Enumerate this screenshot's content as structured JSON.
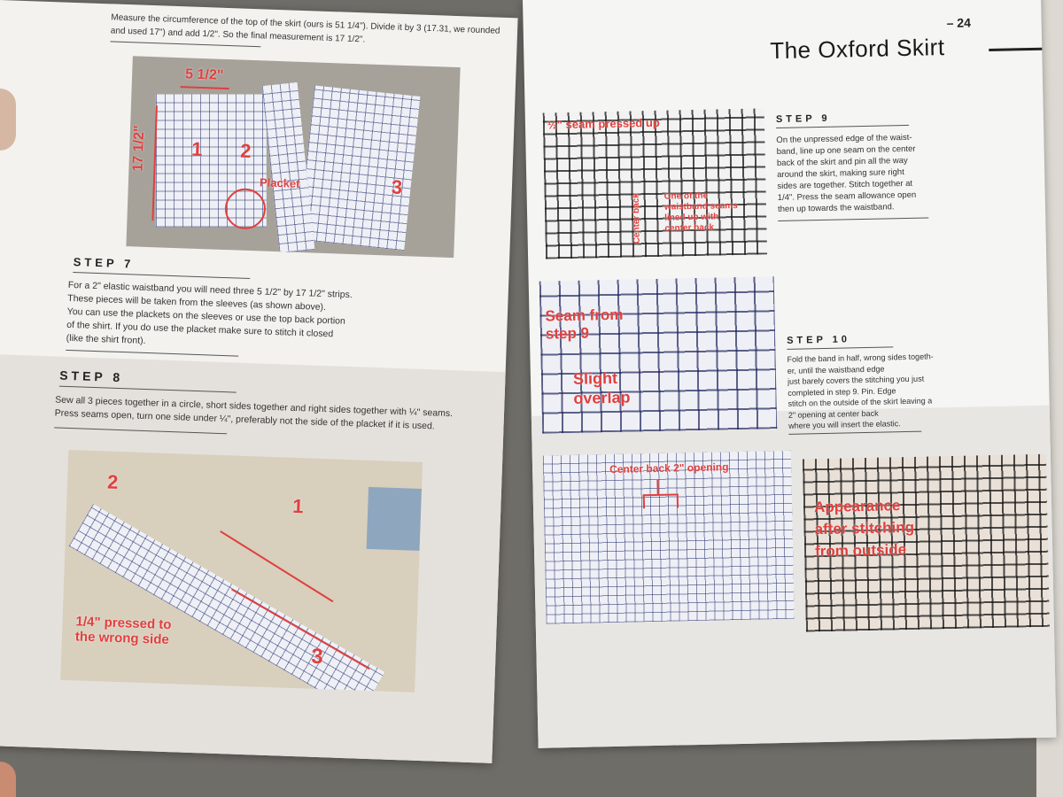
{
  "left_page": {
    "intro": {
      "line1": "Measure the circumference of the top of the skirt (ours is 51 1/4\"). Divide it by 3 (17.31, we rounded",
      "line2": "and used 17\") and add 1/2\". So the final measurement is 17 1/2\"."
    },
    "photo1": {
      "dim_width": "5 1/2\"",
      "dim_height": "17 1/2\"",
      "num1": "1",
      "num2": "2",
      "num3": "3",
      "placket": "Placket"
    },
    "step7": {
      "heading": "STEP 7",
      "lines": [
        "For a 2\" elastic waistband you will need three 5 1/2\" by 17 1/2\" strips.",
        "These pieces will be taken from the sleeves (as shown above).",
        "You can use the plackets on the sleeves or use the top back portion",
        "of the shirt. If you do use the placket make sure to stitch it closed",
        "(like the shirt front)."
      ]
    },
    "step8": {
      "heading": "STEP 8",
      "lines": [
        "Sew all 3 pieces together in a circle, short sides together and right sides together with ¼\" seams.",
        "Press seams open, turn one side under ¼\", preferably not the side of the placket if it is used."
      ]
    },
    "photo2": {
      "num1": "1",
      "num2": "2",
      "num3": "3",
      "pressed_line1": "1/4\" pressed to",
      "pressed_line2": "the wrong side"
    }
  },
  "right_page": {
    "page_number": "– 24",
    "title": "The Oxford Skirt",
    "photo9": {
      "seam_label": "½\" seam pressed up",
      "center_back": "Center back",
      "waist_line1": "One of the",
      "waist_line2": "waistband seams",
      "waist_line3": "lined up with",
      "waist_line4": "center back"
    },
    "step9": {
      "heading": "STEP 9",
      "lines": [
        "On the unpressed edge of the waist-",
        "band, line up one seam on the center",
        "back of the skirt and pin all the way",
        "around the skirt, making sure right",
        "sides are together. Stitch together at",
        "1/4\". Press the seam allowance open",
        "then up towards the waistband."
      ]
    },
    "photo10": {
      "seam_line1": "Seam from",
      "seam_line2": "step 9",
      "slight_line1": "Slight",
      "slight_line2": "overlap"
    },
    "step10": {
      "heading": "STEP 10",
      "lines": [
        "Fold the band in half, wrong sides togeth-",
        "er, until the waistband edge",
        "just barely covers the stitching you just",
        "completed in step 9. Pin. Edge",
        "stitch on the outside of the skirt leaving a",
        "2\" opening at center back",
        "where you will insert the elastic."
      ]
    },
    "photo11": {
      "label": "Center back 2\" opening"
    },
    "photo12": {
      "line1": "Appearance",
      "line2": "after stitching",
      "line3": "from outside"
    }
  },
  "colors": {
    "accent_red": "#e0403e",
    "page_white": "#f4f3ef",
    "band_gray": "#e4e1dc"
  }
}
